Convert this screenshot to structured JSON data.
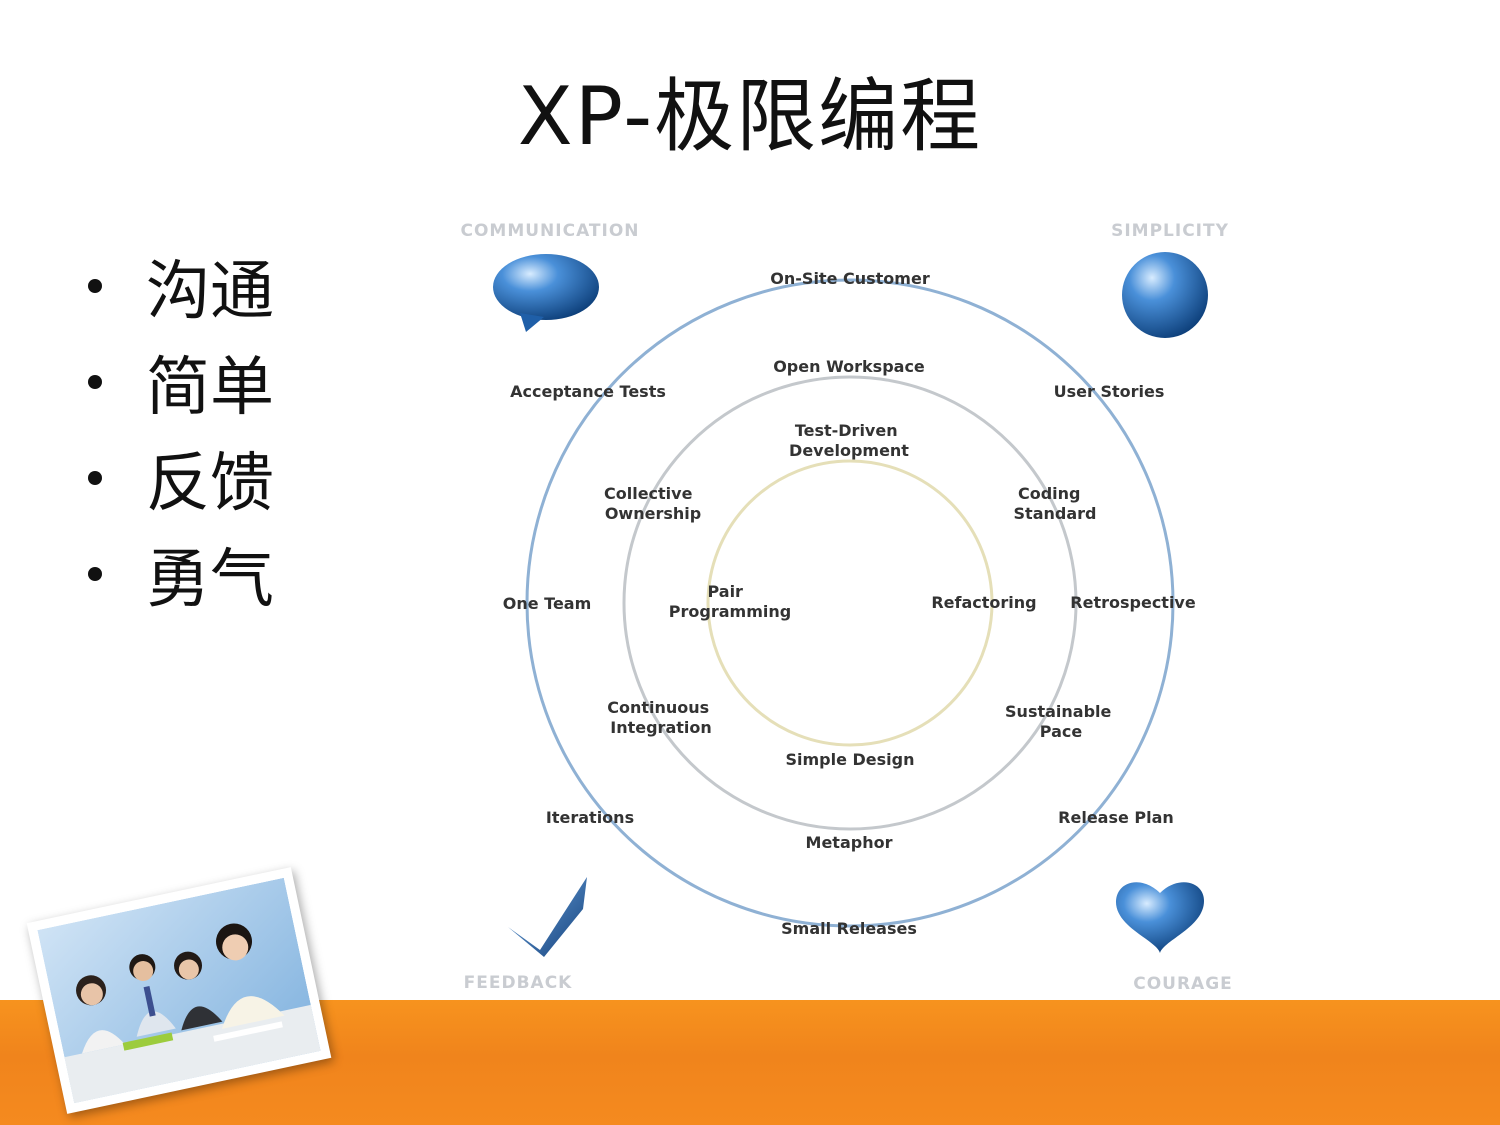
{
  "slide": {
    "title": "XP-极限编程",
    "bullets": [
      "沟通",
      "简单",
      "反馈",
      "勇气"
    ]
  },
  "diagram": {
    "values": {
      "communication": "COMMUNICATION",
      "simplicity": "SIMPLICITY",
      "feedback": "FEEDBACK",
      "courage": "COURAGE"
    },
    "outer_ring": {
      "on_site_customer": "On-Site Customer",
      "acceptance_tests": "Acceptance Tests",
      "user_stories": "User Stories",
      "one_team": "One Team",
      "retrospective": "Retrospective",
      "iterations": "Iterations",
      "release_plan": "Release Plan",
      "small_releases": "Small Releases"
    },
    "middle_ring": {
      "open_workspace": "Open Workspace",
      "collective_ownership": [
        "Collective",
        "Ownership"
      ],
      "coding_standard": [
        "Coding",
        "Standard"
      ],
      "continuous_integration": [
        "Continuous",
        "Integration"
      ],
      "sustainable_pace": [
        "Sustainable",
        "Pace"
      ],
      "metaphor": "Metaphor"
    },
    "inner_ring": {
      "test_driven_development": [
        "Test-Driven",
        "Development"
      ],
      "pair_programming": [
        "Pair",
        "Programming"
      ],
      "refactoring": "Refactoring",
      "simple_design": "Simple Design"
    },
    "colors": {
      "outer_ring": "#8fb1d4",
      "middle_ring": "#c4c8cc",
      "inner_ring": "#e5dfb8",
      "icon_blue": "#1f5fa8",
      "footer_orange": "#f7931e"
    }
  }
}
